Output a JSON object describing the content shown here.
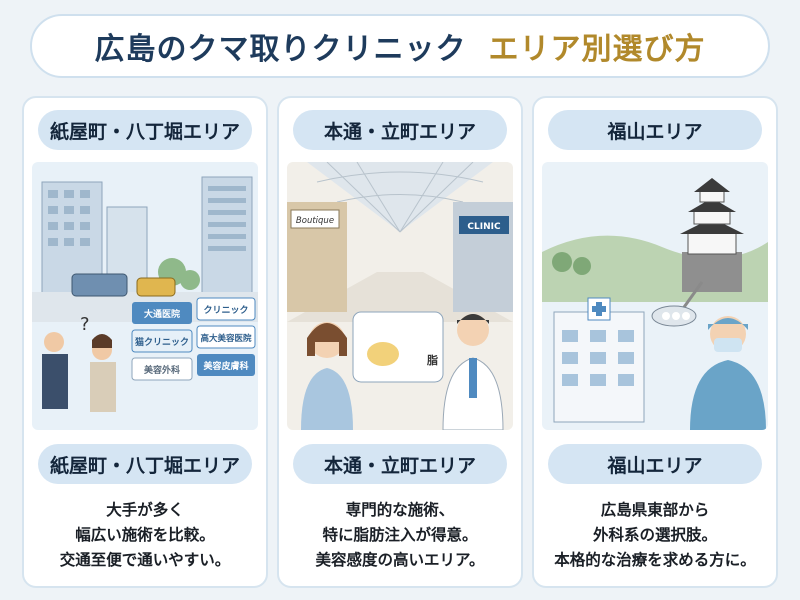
{
  "title": {
    "main": "広島のクマ取りクリニック",
    "sub": "エリア別選び方"
  },
  "cards": [
    {
      "area_label": "紙屋町・八丁堀エリア",
      "area_label_bottom": "紙屋町・八丁堀エリア",
      "illustration": {
        "signs": [
          "大通医院",
          "クリニック",
          "猫クリニック",
          "高大美容医院",
          "美容外科",
          "美容皮膚科"
        ],
        "bubble": "?"
      },
      "description": [
        "大手が多く",
        "幅広い施術を比較。",
        "交通至便で通いやすい。"
      ]
    },
    {
      "area_label": "本通・立町エリア",
      "area_label_bottom": "本通・立町エリア",
      "illustration": {
        "shop_sign": "Boutique",
        "clinic_sign": "CLINIC",
        "bubble_label": "脂"
      },
      "description": [
        "専門的な施術、",
        "特に脂肪注入が得意。",
        "美容感度の高いエリア。"
      ]
    },
    {
      "area_label": "福山エリア",
      "area_label_bottom": "福山エリア",
      "illustration": {},
      "description": [
        "広島県東部から",
        "外科系の選択肢。",
        "本格的な治療を求める方に。"
      ]
    }
  ],
  "colors": {
    "title_main": "#1e3b5c",
    "title_accent": "#b1892b",
    "pill_bg": "#d5e5f3",
    "page_bg": "#eef3f7"
  }
}
